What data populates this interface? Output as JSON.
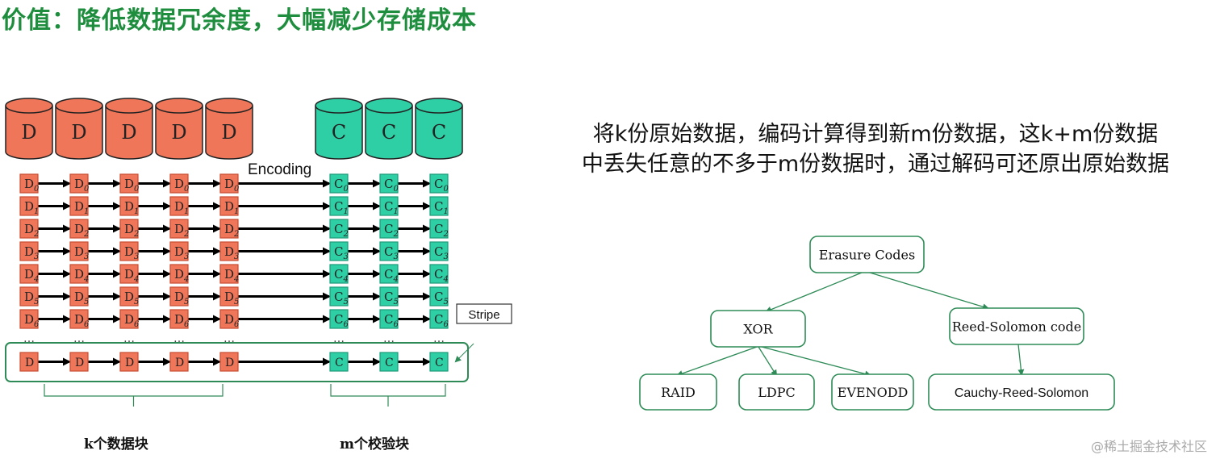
{
  "title": "价值：降低数据冗余度，大幅减少存储成本",
  "description": {
    "line1": "将k份原始数据，编码计算得到新m份数据，这k+m份数据",
    "line2": "中丢失任意的不多于m份数据时，通过解码可还原出原始数据"
  },
  "storage_diagram": {
    "data_disk_label": "D",
    "parity_disk_label": "C",
    "data_disk_count": 5,
    "parity_disk_count": 3,
    "encoding_label": "Encoding",
    "row_subscripts": [
      "0",
      "1",
      "2",
      "3",
      "4",
      "5",
      "6"
    ],
    "ellipsis": "…",
    "stripe_label": "Stripe",
    "k_label": "k个数据块",
    "m_label": "m个校验块",
    "colors": {
      "data": "#f0765a",
      "data_dark": "#c94a30",
      "parity": "#2fcfa5",
      "parity_dark": "#1a9a78",
      "stripe": "#2e8b57"
    }
  },
  "tree": {
    "root": "Erasure Codes",
    "xor": "XOR",
    "rs": "Reed-Solomon code",
    "raid": "RAID",
    "ldpc": "LDPC",
    "evenodd": "EVENODD",
    "cauchy": "Cauchy-Reed-Solomon",
    "color": "#2e8b57"
  },
  "watermark": "@稀土掘金技术社区"
}
